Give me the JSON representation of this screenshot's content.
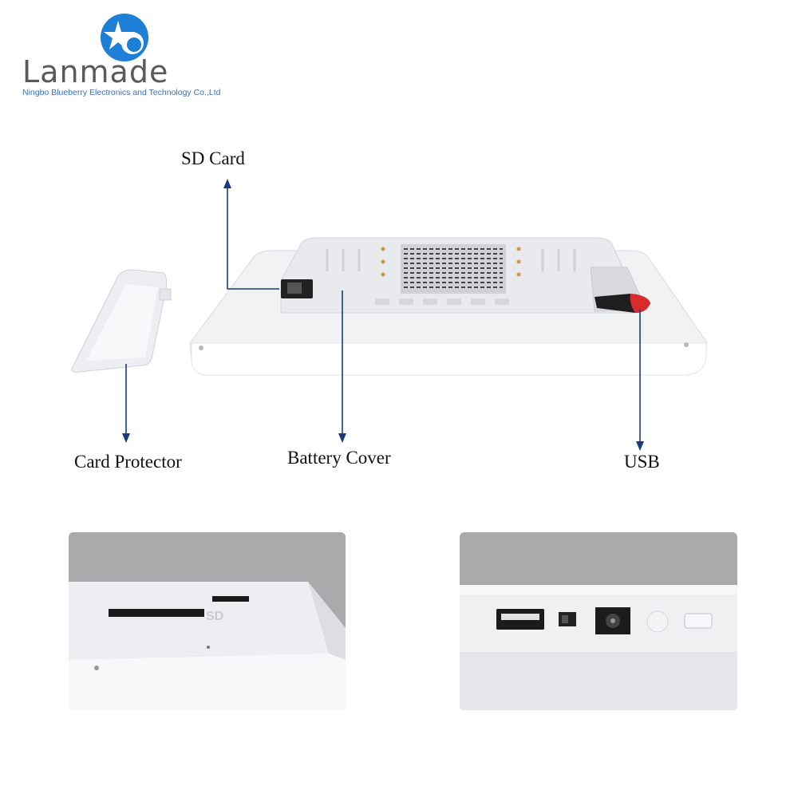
{
  "brand": {
    "name": "Lanmade",
    "company": "Ningbo Blueberry Electronics and Technology Co.,Ltd",
    "colors": {
      "blue": "#1e7fd6",
      "text": "#5a5a5a"
    }
  },
  "callouts": {
    "sd_card": "SD Card",
    "card_protector": "Card Protector",
    "battery_cover": "Battery Cover",
    "usb": "USB"
  },
  "detail_left": {
    "slot_text": "SD"
  },
  "colors": {
    "arrow": "#1a3b7a",
    "usb_tab": "#d92b2b"
  }
}
